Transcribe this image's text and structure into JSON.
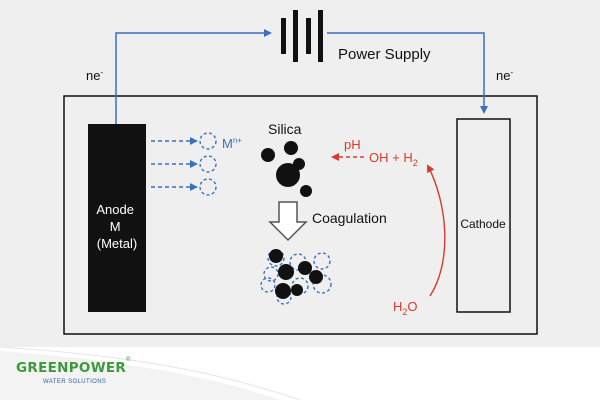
{
  "diagram": {
    "power_supply_label": "Power Supply",
    "electron_left": "ne",
    "electron_right": "ne",
    "electron_sup": "-",
    "anode_lines": [
      "Anode",
      "M",
      "(Metal)"
    ],
    "cathode_label": "Cathode",
    "metal_ion_base": "M",
    "metal_ion_sup": "n+",
    "silica_label": "Silica",
    "ph_label": "pH",
    "hydroxide_label": "OH + H",
    "hydroxide_sub": "2",
    "coagulation_label": "Coagulation",
    "water_base": "H",
    "water_sub": "2",
    "water_tail": "O"
  },
  "colors": {
    "wire_blue": "#3a6fc4",
    "reaction_red": "#d83b2a",
    "electrode_black": "#111111",
    "panel_grey": "#efefef",
    "brand_green": "#3c9a3c",
    "brand_blue": "#2f5f9a"
  },
  "branding": {
    "name": "GREENPOWER",
    "trademark": "®",
    "tagline": "WATER SOLUTIONS"
  }
}
